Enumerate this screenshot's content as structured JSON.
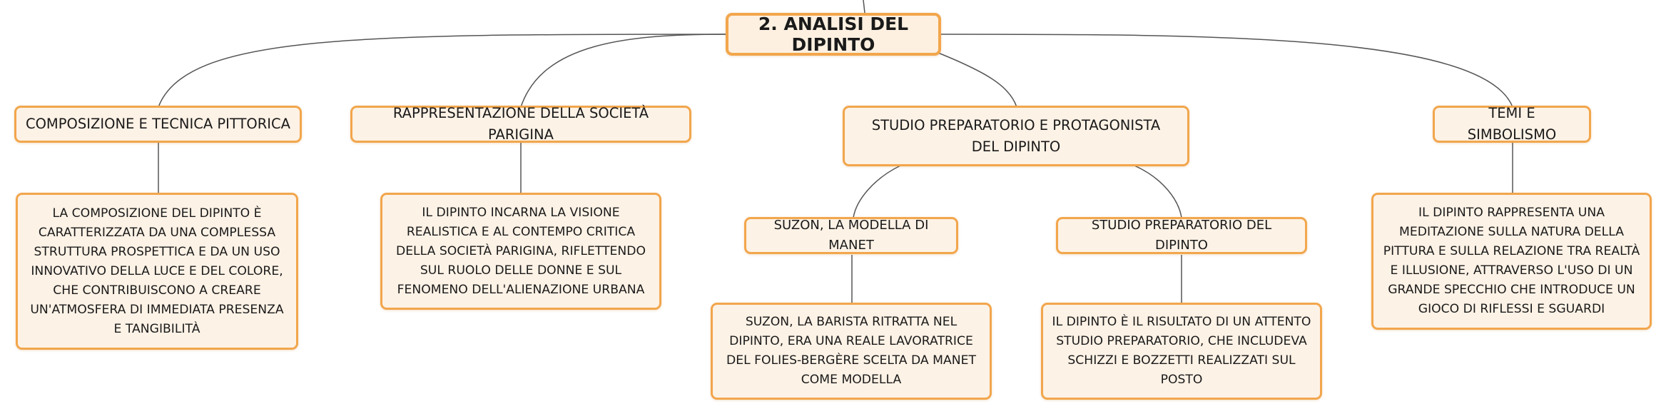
{
  "root": {
    "label": "2. ANALISI DEL DIPINTO"
  },
  "branches": [
    {
      "label": "COMPOSIZIONE E TECNICA PITTORICA",
      "detail": "LA COMPOSIZIONE DEL DIPINTO È CARATTERIZZATA DA UNA COMPLESSA STRUTTURA PROSPETTICA E DA UN USO INNOVATIVO DELLA LUCE E DEL COLORE, CHE CONTRIBUISCONO A CREARE UN'ATMOSFERA DI IMMEDIATA PRESENZA E TANGIBILITÀ"
    },
    {
      "label": "RAPPRESENTAZIONE DELLA SOCIETÀ PARIGINA",
      "detail": "IL DIPINTO INCARNA LA VISIONE REALISTICA E AL CONTEMPO CRITICA DELLA SOCIETÀ PARIGINA, RIFLETTENDO SUL RUOLO DELLE DONNE E SUL FENOMENO DELL'ALIENAZIONE URBANA"
    },
    {
      "label": "STUDIO PREPARATORIO E PROTAGONISTA DEL DIPINTO",
      "children": [
        {
          "label": "SUZON, LA MODELLA DI MANET",
          "detail": "SUZON, LA BARISTA RITRATTA NEL DIPINTO, ERA UNA REALE LAVORATRICE DEL FOLIES-BERGÈRE SCELTA DA MANET COME MODELLA"
        },
        {
          "label": "STUDIO PREPARATORIO DEL DIPINTO",
          "detail": "IL DIPINTO È IL RISULTATO DI UN ATTENTO STUDIO PREPARATORIO, CHE INCLUDEVA SCHIZZI E BOZZETTI REALIZZATI SUL POSTO"
        }
      ]
    },
    {
      "label": "TEMI E SIMBOLISMO",
      "detail": "IL DIPINTO RAPPRESENTA UNA MEDITAZIONE SULLA NATURA DELLA PITTURA E SULLA RELAZIONE TRA REALTÀ E ILLUSIONE, ATTRAVERSO L'USO DI UN GRANDE SPECCHIO CHE INTRODUCE UN GIOCO DI RIFLESSI E SGUARDI"
    }
  ]
}
